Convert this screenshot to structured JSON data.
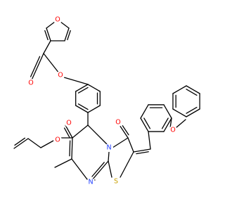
{
  "colors": {
    "bond": "#000000",
    "O": "#ff0000",
    "N": "#1e3cff",
    "S": "#c8a000",
    "background": "#ffffff"
  },
  "atoms": [
    {
      "el": "O",
      "label": "O"
    },
    {
      "el": "O",
      "label": "O"
    },
    {
      "el": "O",
      "label": "O"
    },
    {
      "el": "O",
      "label": "O"
    },
    {
      "el": "O",
      "label": "O"
    },
    {
      "el": "O",
      "label": "O"
    },
    {
      "el": "O",
      "label": "O"
    },
    {
      "el": "N",
      "label": "N"
    },
    {
      "el": "N",
      "label": "N"
    },
    {
      "el": "S",
      "label": "S"
    }
  ]
}
